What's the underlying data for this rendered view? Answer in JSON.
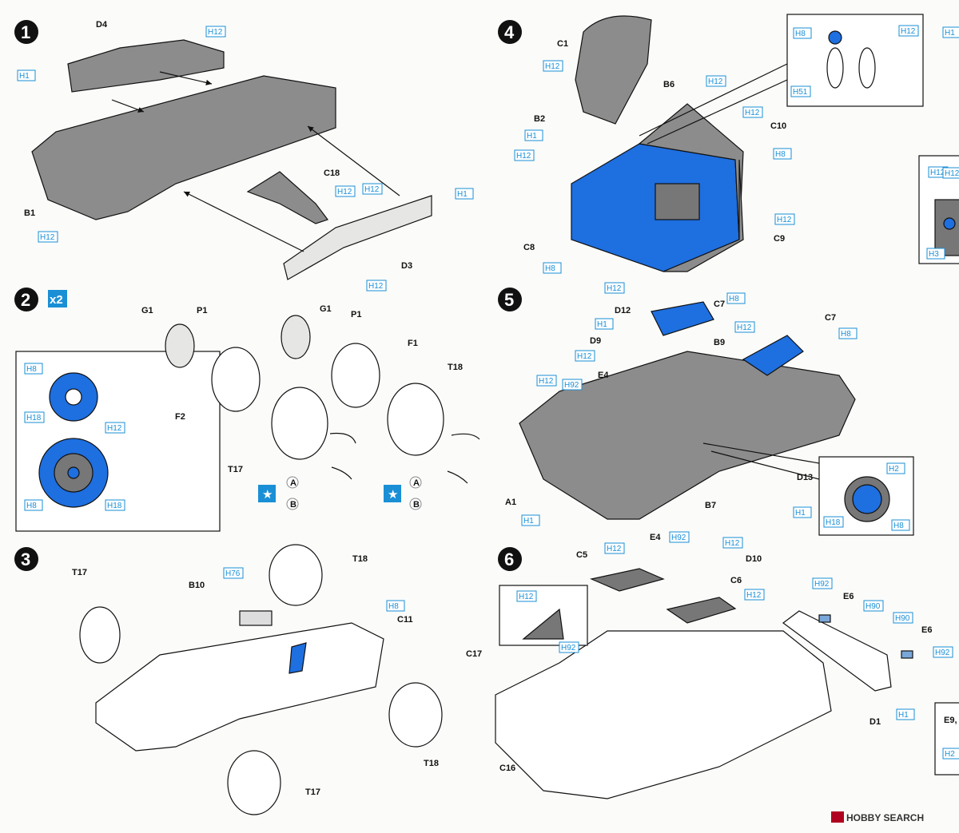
{
  "steps": [
    {
      "number": "1"
    },
    {
      "number": "2",
      "multiplier": "x2"
    },
    {
      "number": "3"
    },
    {
      "number": "4"
    },
    {
      "number": "5"
    },
    {
      "number": "6"
    }
  ],
  "labels": [
    {
      "id": "s1-d4",
      "text": "D4"
    },
    {
      "id": "s1-b1",
      "text": "B1"
    },
    {
      "id": "s1-c18",
      "text": "C18"
    },
    {
      "id": "s1-d3",
      "text": "D3"
    },
    {
      "id": "s2-g1a",
      "text": "G1"
    },
    {
      "id": "s2-p1a",
      "text": "P1"
    },
    {
      "id": "s2-g1b",
      "text": "G1"
    },
    {
      "id": "s2-p1b",
      "text": "P1"
    },
    {
      "id": "s2-f1",
      "text": "F1"
    },
    {
      "id": "s2-f2",
      "text": "F2"
    },
    {
      "id": "s2-t18",
      "text": "T18"
    },
    {
      "id": "s2-t17",
      "text": "T17"
    },
    {
      "id": "s2-aA",
      "text": "A"
    },
    {
      "id": "s2-aB",
      "text": "B"
    },
    {
      "id": "s2-bA",
      "text": "A"
    },
    {
      "id": "s2-bB",
      "text": "B"
    },
    {
      "id": "s3-t17a",
      "text": "T17"
    },
    {
      "id": "s3-b10",
      "text": "B10"
    },
    {
      "id": "s3-t18a",
      "text": "T18"
    },
    {
      "id": "s3-c11",
      "text": "C11"
    },
    {
      "id": "s3-t18b",
      "text": "T18"
    },
    {
      "id": "s3-t17b",
      "text": "T17"
    },
    {
      "id": "s4-c1",
      "text": "C1"
    },
    {
      "id": "s4-b6",
      "text": "B6"
    },
    {
      "id": "s4-b2",
      "text": "B2"
    },
    {
      "id": "s4-c10",
      "text": "C10"
    },
    {
      "id": "s4-c8",
      "text": "C8"
    },
    {
      "id": "s4-c9",
      "text": "C9"
    },
    {
      "id": "s5-c7a",
      "text": "C7"
    },
    {
      "id": "s5-d12",
      "text": "D12"
    },
    {
      "id": "s5-c7b",
      "text": "C7"
    },
    {
      "id": "s5-d9",
      "text": "D9"
    },
    {
      "id": "s5-b9",
      "text": "B9"
    },
    {
      "id": "s5-e4a",
      "text": "E4"
    },
    {
      "id": "s5-a1",
      "text": "A1"
    },
    {
      "id": "s5-b7",
      "text": "B7"
    },
    {
      "id": "s5-d13",
      "text": "D13"
    },
    {
      "id": "s5-e4b",
      "text": "E4"
    },
    {
      "id": "s5-d10",
      "text": "D10"
    },
    {
      "id": "s6-c5",
      "text": "C5"
    },
    {
      "id": "s6-c6",
      "text": "C6"
    },
    {
      "id": "s6-c17",
      "text": "C17"
    },
    {
      "id": "s6-e6a",
      "text": "E6"
    },
    {
      "id": "s6-e6b",
      "text": "E6"
    },
    {
      "id": "s6-d1",
      "text": "D1"
    },
    {
      "id": "s6-c16",
      "text": "C16"
    },
    {
      "id": "edge-e9",
      "text": "E9,"
    }
  ],
  "colors": [
    {
      "id": "c1",
      "text": "H1"
    },
    {
      "id": "c2",
      "text": "H12"
    },
    {
      "id": "c3",
      "text": "H1"
    },
    {
      "id": "c4",
      "text": "H12"
    },
    {
      "id": "c5",
      "text": "H12"
    },
    {
      "id": "c6",
      "text": "H12"
    },
    {
      "id": "c7",
      "text": "H1"
    },
    {
      "id": "c8",
      "text": "H12"
    },
    {
      "id": "c9",
      "text": "H8"
    },
    {
      "id": "c10",
      "text": "H18"
    },
    {
      "id": "c11",
      "text": "H12"
    },
    {
      "id": "c12",
      "text": "H8"
    },
    {
      "id": "c13",
      "text": "H18"
    },
    {
      "id": "c14",
      "text": "H76"
    },
    {
      "id": "c15",
      "text": "H8"
    },
    {
      "id": "c16",
      "text": "H12"
    },
    {
      "id": "c17",
      "text": "H1"
    },
    {
      "id": "c18",
      "text": "H12"
    },
    {
      "id": "c19",
      "text": "H12"
    },
    {
      "id": "c20",
      "text": "H12"
    },
    {
      "id": "c21",
      "text": "H8"
    },
    {
      "id": "c22",
      "text": "H12"
    },
    {
      "id": "c23",
      "text": "H8"
    },
    {
      "id": "c24",
      "text": "H12"
    },
    {
      "id": "c25",
      "text": "H8"
    },
    {
      "id": "c26",
      "text": "H12"
    },
    {
      "id": "c27",
      "text": "H51"
    },
    {
      "id": "c28",
      "text": "H12"
    },
    {
      "id": "c29",
      "text": "H3"
    },
    {
      "id": "c30",
      "text": "H8"
    },
    {
      "id": "c31",
      "text": "H1"
    },
    {
      "id": "c32",
      "text": "H12"
    },
    {
      "id": "c33",
      "text": "H8"
    },
    {
      "id": "c34",
      "text": "H12"
    },
    {
      "id": "c35",
      "text": "H12"
    },
    {
      "id": "c36",
      "text": "H92"
    },
    {
      "id": "c37",
      "text": "H1"
    },
    {
      "id": "c38",
      "text": "H92"
    },
    {
      "id": "c39",
      "text": "H12"
    },
    {
      "id": "c40",
      "text": "H1"
    },
    {
      "id": "c41",
      "text": "H2"
    },
    {
      "id": "c42",
      "text": "H18"
    },
    {
      "id": "c43",
      "text": "H8"
    },
    {
      "id": "c44",
      "text": "H12"
    },
    {
      "id": "c45",
      "text": "H12"
    },
    {
      "id": "c46",
      "text": "H12"
    },
    {
      "id": "c47",
      "text": "H92"
    },
    {
      "id": "c48",
      "text": "H92"
    },
    {
      "id": "c49",
      "text": "H90"
    },
    {
      "id": "c50",
      "text": "H90"
    },
    {
      "id": "c51",
      "text": "H92"
    },
    {
      "id": "c52",
      "text": "H1"
    },
    {
      "id": "c53",
      "text": "H2"
    },
    {
      "id": "c54",
      "text": "H12"
    }
  ],
  "watermark": {
    "icon": "hobby-search-logo",
    "text": "HOBBY SEARCH"
  },
  "palette": {
    "line": "#111111",
    "part_gray": "#8c8c8c",
    "part_light": "#e6e6e4",
    "blue": "#1a8fd6",
    "blue_fill": "#1e6fe0",
    "hbox": "#1a8fd6"
  }
}
